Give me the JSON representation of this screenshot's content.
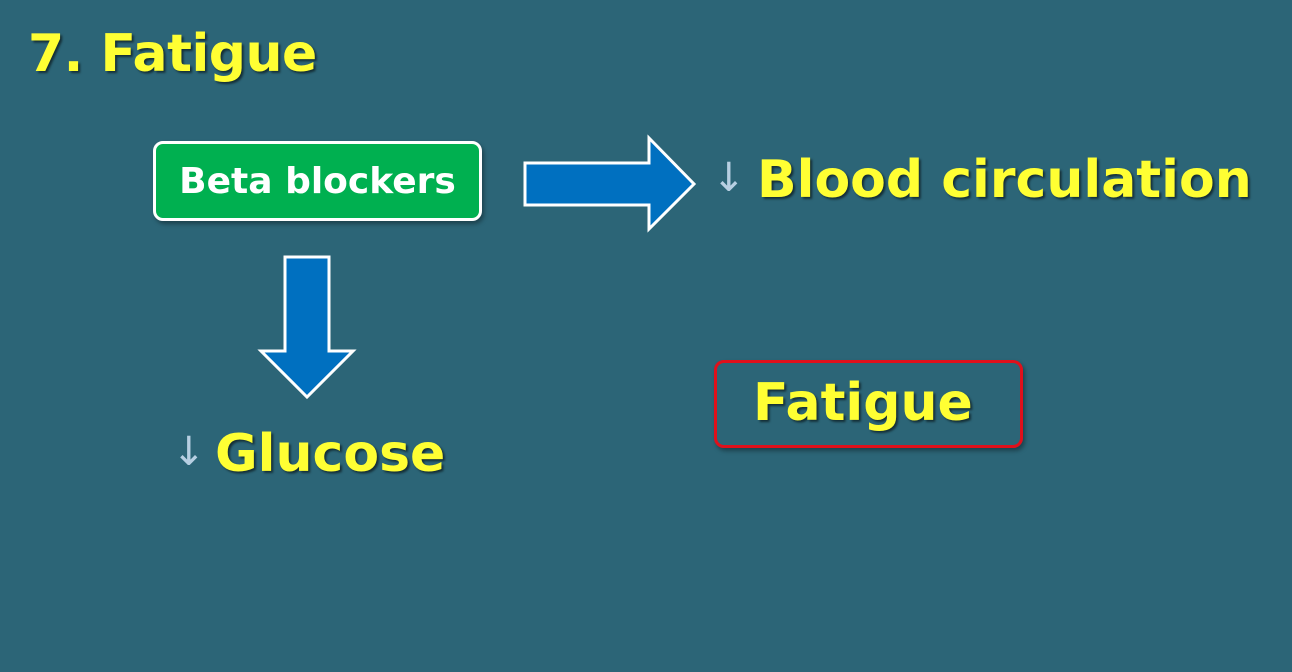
{
  "title": "7. Fatigue",
  "nodes": {
    "beta_blockers": "Beta blockers",
    "blood_circulation": "Blood circulation",
    "glucose": "Glucose",
    "fatigue": "Fatigue"
  },
  "decrease_symbol": "↓",
  "colors": {
    "background": "#2c6577",
    "text_yellow": "#ffff33",
    "beta_box_fill": "#00b050",
    "arrow_fill": "#0070c0",
    "arrow_stroke": "#ffffff",
    "fatigue_box_border": "#e0101b",
    "down_symbol": "#b7cfe2"
  },
  "icons": {
    "right_arrow": "block-arrow-right",
    "down_arrow": "block-arrow-down"
  }
}
